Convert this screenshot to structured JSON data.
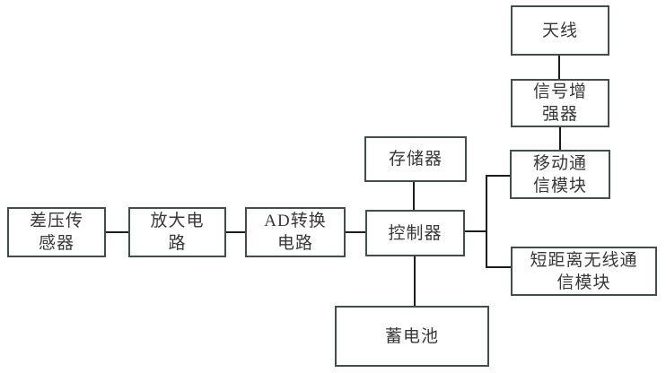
{
  "diagram": {
    "background_color": "#ffffff",
    "box_border_color": "#3f4f49",
    "connector_color": "#1c1c1c",
    "text_color": "#383838",
    "nodes": {
      "antenna": {
        "label": "天线"
      },
      "signal_booster": {
        "label": "信号增\n强器"
      },
      "mobile_comm_module": {
        "label": "移动通\n信模块"
      },
      "short_range_wireless_module": {
        "label": "短距离无线通\n信模块"
      },
      "memory": {
        "label": "存储器"
      },
      "controller": {
        "label": "控制器"
      },
      "battery": {
        "label": "蓄电池"
      },
      "diff_pressure_sensor": {
        "label": "差压传\n感器"
      },
      "amplifier_circuit": {
        "label": "放大电\n路"
      },
      "ad_converter_circuit": {
        "label": "AD转换\n电路"
      }
    },
    "edges": [
      {
        "from": "差压传感器",
        "to": "放大电路"
      },
      {
        "from": "放大电路",
        "to": "AD转换电路"
      },
      {
        "from": "AD转换电路",
        "to": "控制器"
      },
      {
        "from": "存储器",
        "to": "控制器"
      },
      {
        "from": "控制器",
        "to": "蓄电池"
      },
      {
        "from": "控制器",
        "to": "移动通信模块"
      },
      {
        "from": "控制器",
        "to": "短距离无线通信模块"
      },
      {
        "from": "信号增强器",
        "to": "移动通信模块"
      },
      {
        "from": "天线",
        "to": "信号增强器"
      }
    ]
  }
}
